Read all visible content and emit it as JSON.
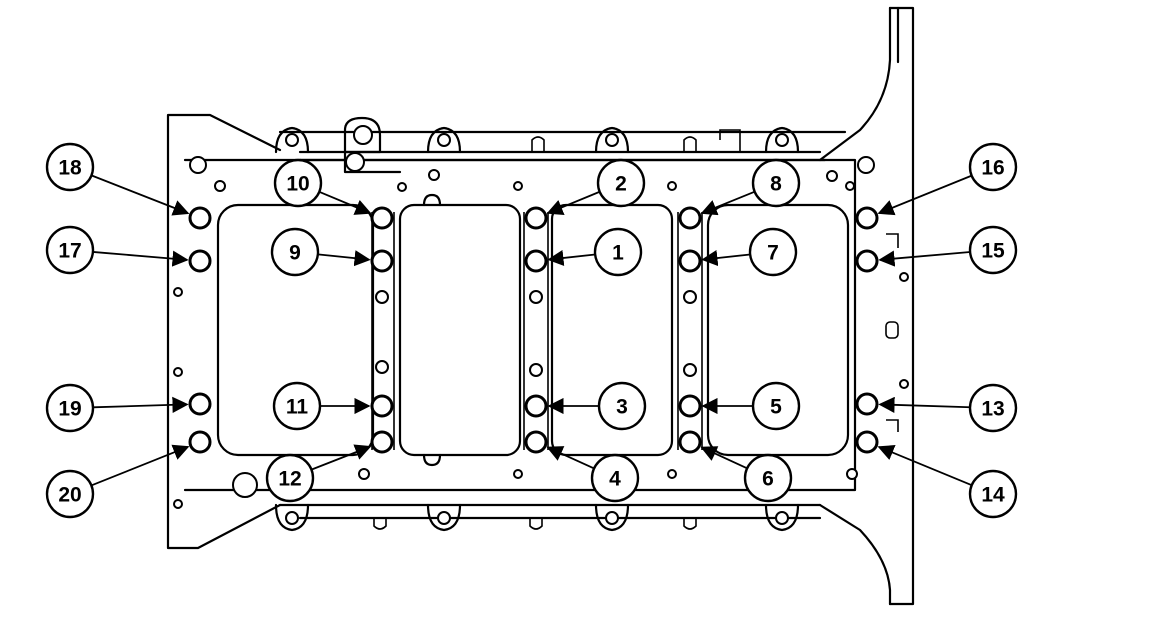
{
  "callouts": [
    {
      "label": "1"
    },
    {
      "label": "2"
    },
    {
      "label": "3"
    },
    {
      "label": "4"
    },
    {
      "label": "5"
    },
    {
      "label": "6"
    },
    {
      "label": "7"
    },
    {
      "label": "8"
    },
    {
      "label": "9"
    },
    {
      "label": "10"
    },
    {
      "label": "11"
    },
    {
      "label": "12"
    },
    {
      "label": "13"
    },
    {
      "label": "14"
    },
    {
      "label": "15"
    },
    {
      "label": "16"
    },
    {
      "label": "17"
    },
    {
      "label": "18"
    },
    {
      "label": "19"
    },
    {
      "label": "20"
    }
  ]
}
